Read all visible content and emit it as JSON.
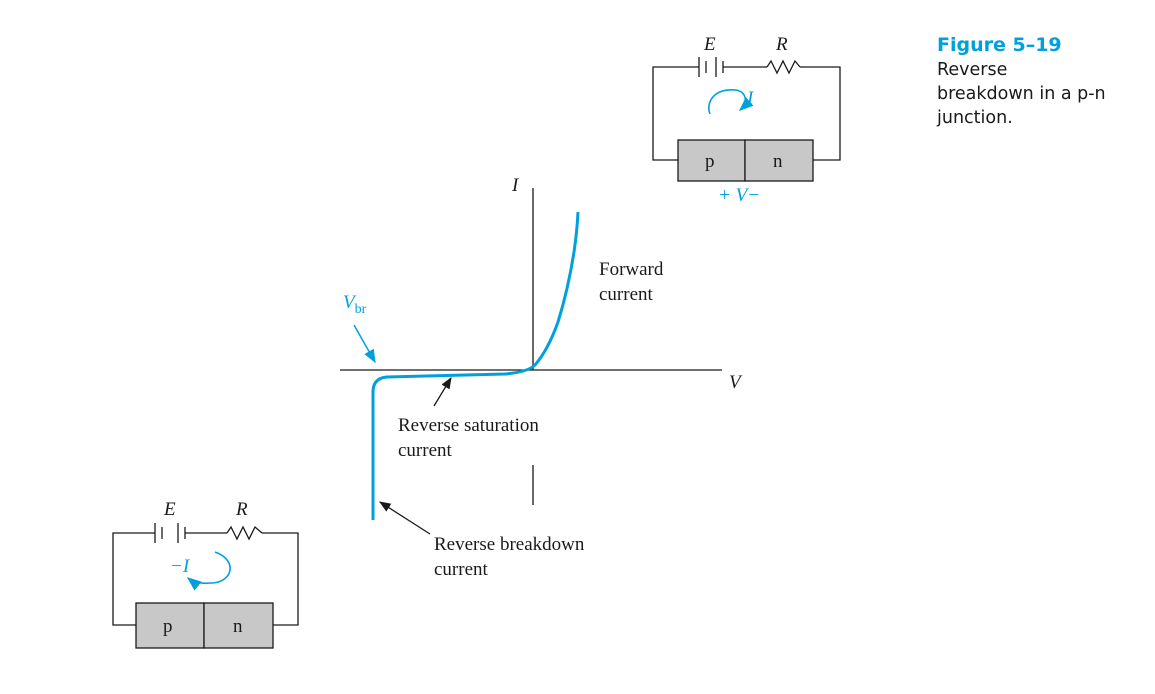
{
  "caption": {
    "number": "Figure 5–19",
    "text": "Reverse breakdown in a p-n junction."
  },
  "colors": {
    "accent": "#00a0dc",
    "ink": "#1a1a1a",
    "junction_fill": "#c8c8c8"
  },
  "graph": {
    "y_axis_label": "I",
    "x_axis_label": "V",
    "breakdown_label_main": "V",
    "breakdown_label_sub": "br",
    "forward_label": [
      "Forward",
      "current"
    ],
    "saturation_label": [
      "Reverse saturation",
      "current"
    ],
    "breakdown_current_label": [
      "Reverse breakdown",
      "current"
    ]
  },
  "circuit_forward": {
    "battery_label": "E",
    "resistor_label": "R",
    "current_label": "I",
    "p_label": "p",
    "n_label": "n",
    "voltage_label": "+ V−"
  },
  "circuit_reverse": {
    "battery_label": "E",
    "resistor_label": "R",
    "current_label": "−I",
    "p_label": "p",
    "n_label": "n"
  }
}
